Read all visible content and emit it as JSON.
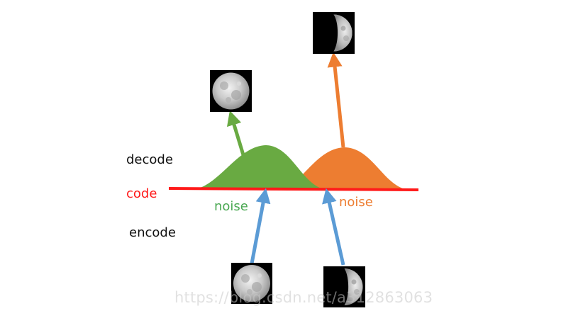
{
  "labels": {
    "decode": "decode",
    "code": "code",
    "encode": "encode",
    "noise_left": "noise",
    "noise_right": "noise"
  },
  "watermark": "https://blog.csdn.net/a312863063",
  "colors": {
    "code_line": "#ff1a1a",
    "green": "#69aa42",
    "orange": "#ed7d31",
    "blue_arrow": "#5b9bd5",
    "green_text": "#4aa852",
    "label_text": "#111111"
  },
  "icons": {
    "full_moon": "full-moon-icon",
    "half_moon": "half-moon-icon"
  }
}
